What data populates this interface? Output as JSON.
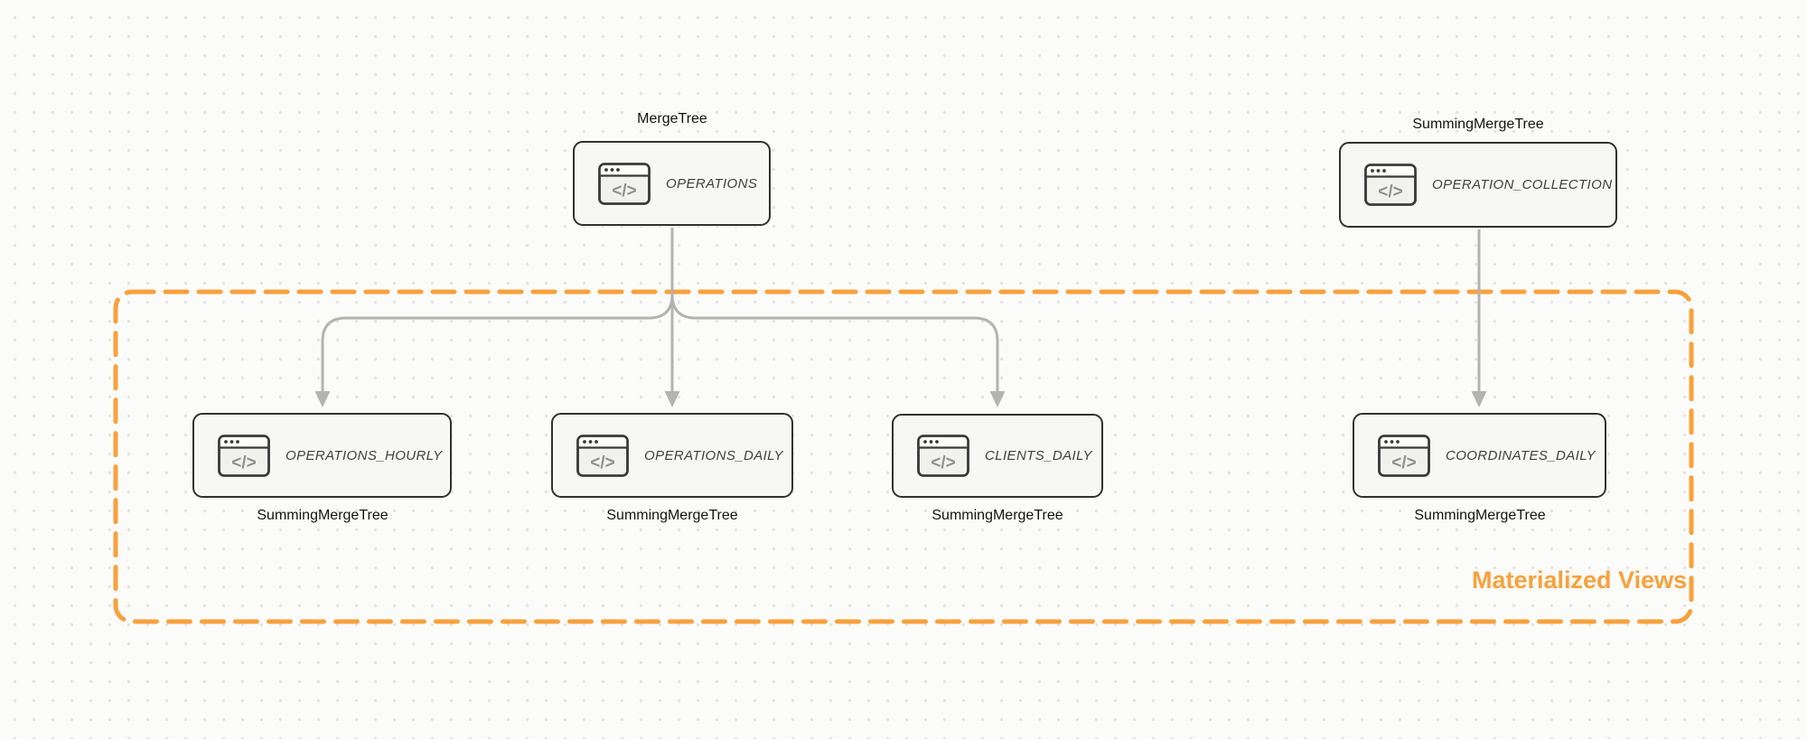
{
  "diagram": {
    "region": {
      "label": "Materialized Views"
    },
    "colors": {
      "accent_orange": "#F8A13C",
      "arrow_gray": "#B3B3B3",
      "node_border": "#323232",
      "node_fill": "#F7F7F5",
      "canvas_bg": "#FBFBF9"
    },
    "nodes": {
      "operations": {
        "label": "OPERATIONS",
        "engine": "MergeTree",
        "icon": "code-window-icon"
      },
      "operation_collection": {
        "label": "OPERATION_COLLECTION",
        "engine": "SummingMergeTree",
        "icon": "code-window-icon"
      },
      "operations_hourly": {
        "label": "OPERATIONS_HOURLY",
        "engine": "SummingMergeTree",
        "icon": "code-window-icon"
      },
      "operations_daily": {
        "label": "OPERATIONS_DAILY",
        "engine": "SummingMergeTree",
        "icon": "code-window-icon"
      },
      "clients_daily": {
        "label": "CLIENTS_DAILY",
        "engine": "SummingMergeTree",
        "icon": "code-window-icon"
      },
      "coordinates_daily": {
        "label": "COORDINATES_DAILY",
        "engine": "SummingMergeTree",
        "icon": "code-window-icon"
      }
    },
    "icons": {
      "code_window_glyph": "</>"
    },
    "edges": [
      {
        "from": "operations",
        "to": "operations_hourly"
      },
      {
        "from": "operations",
        "to": "operations_daily"
      },
      {
        "from": "operations",
        "to": "clients_daily"
      },
      {
        "from": "operation_collection",
        "to": "coordinates_daily"
      }
    ]
  }
}
